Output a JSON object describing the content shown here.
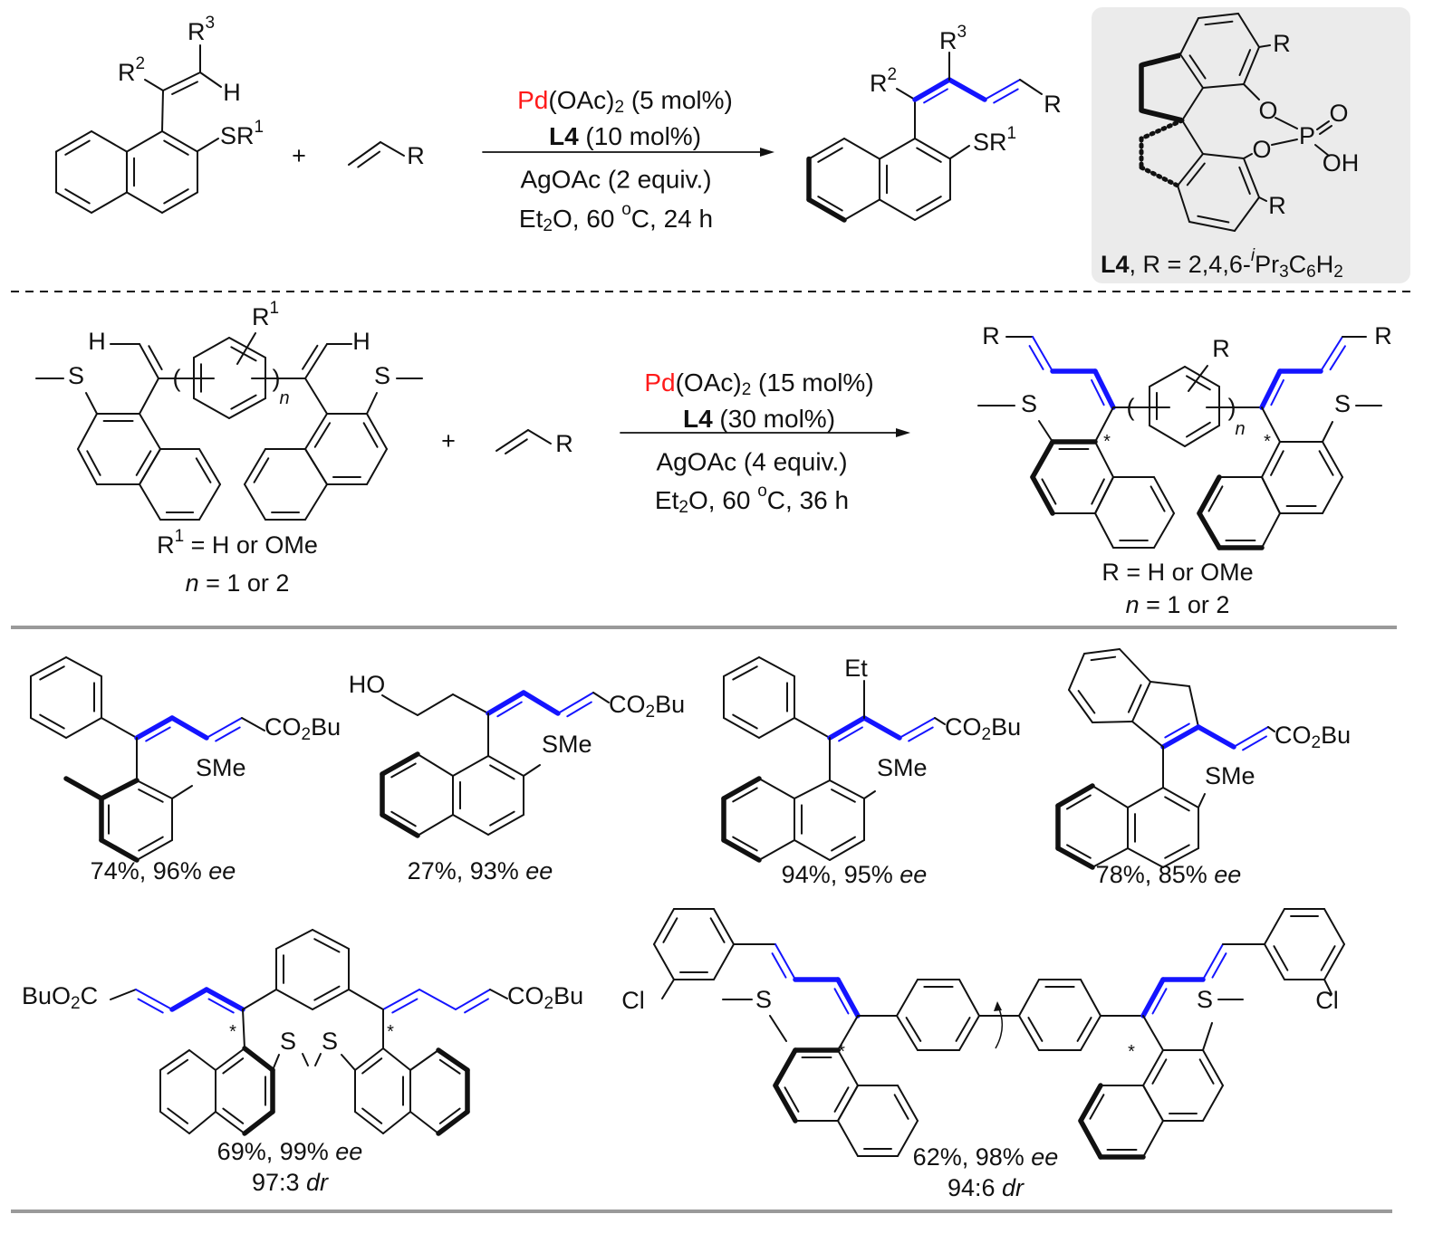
{
  "colors": {
    "bond": "#111111",
    "highlight": "#1414ff",
    "catalyst_metal": "#ff1a1a",
    "ligand_box": "#ebebeb",
    "rule": "#9a9a9a"
  },
  "scheme1": {
    "reactant": {
      "r3": [
        {
          "t": "R"
        },
        {
          "t": "3",
          "f": "sup"
        }
      ],
      "r2": [
        {
          "t": "R"
        },
        {
          "t": "2",
          "f": "sup"
        }
      ],
      "h": "H",
      "sr1": [
        {
          "t": "SR"
        },
        {
          "t": "1",
          "f": "sup"
        }
      ]
    },
    "plus": "+",
    "alkene_r": "R",
    "conditions": {
      "catalyst": [
        {
          "t": "Pd",
          "f": "red"
        },
        {
          "t": "(OAc)"
        },
        {
          "t": "2",
          "f": "sub"
        },
        {
          "t": " (5 mol%)"
        }
      ],
      "ligand": [
        {
          "t": "L4",
          "f": "b"
        },
        {
          "t": " (10 mol%)"
        }
      ],
      "oxidant": "AgOAc (2 equiv.)",
      "solvent": [
        {
          "t": "Et"
        },
        {
          "t": "2",
          "f": "sub"
        },
        {
          "t": "O, 60 "
        },
        {
          "t": "o",
          "f": "sup"
        },
        {
          "t": "C, 24 h"
        }
      ]
    },
    "product": {
      "r3": [
        {
          "t": "R"
        },
        {
          "t": "3",
          "f": "sup"
        }
      ],
      "r2": [
        {
          "t": "R"
        },
        {
          "t": "2",
          "f": "sup"
        }
      ],
      "r": "R",
      "sr1": [
        {
          "t": "SR"
        },
        {
          "t": "1",
          "f": "sup"
        }
      ]
    },
    "ligand_box": {
      "r_top": "R",
      "o1": "O",
      "p": "P",
      "o_double": "O",
      "oh": "OH",
      "o2": "O",
      "r_bottom": "R",
      "caption": [
        {
          "t": "L4",
          "f": "b"
        },
        {
          "t": ", R = 2,4,6-"
        },
        {
          "t": "i",
          "f": "isup"
        },
        {
          "t": "Pr"
        },
        {
          "t": "3",
          "f": "sub"
        },
        {
          "t": "C"
        },
        {
          "t": "6",
          "f": "sub"
        },
        {
          "t": "H"
        },
        {
          "t": "2",
          "f": "sub"
        }
      ]
    }
  },
  "scheme2": {
    "substrate": {
      "s_left": "S",
      "h_left": "H",
      "h_right": "H",
      "s_right": "S",
      "r1": [
        {
          "t": "R"
        },
        {
          "t": "1",
          "f": "sup"
        }
      ],
      "paren_open": "(",
      "paren_close": ")",
      "n": "n",
      "r1_def": [
        {
          "t": "R"
        },
        {
          "t": "1",
          "f": "sup"
        },
        {
          "t": " = H or OMe"
        }
      ],
      "n_def": [
        {
          "t": "n",
          "f": "i"
        },
        {
          "t": " = 1 or 2"
        }
      ]
    },
    "plus": "+",
    "alkene_r": "R",
    "conditions": {
      "catalyst": [
        {
          "t": "Pd",
          "f": "red"
        },
        {
          "t": "(OAc)"
        },
        {
          "t": "2",
          "f": "sub"
        },
        {
          "t": " (15 mol%)"
        }
      ],
      "ligand": [
        {
          "t": "L4",
          "f": "b"
        },
        {
          "t": " (30 mol%)"
        }
      ],
      "oxidant": "AgOAc (4 equiv.)",
      "solvent": [
        {
          "t": "Et"
        },
        {
          "t": "2",
          "f": "sub"
        },
        {
          "t": "O, 60 "
        },
        {
          "t": "o",
          "f": "sup"
        },
        {
          "t": "C, 36 h"
        }
      ]
    },
    "product": {
      "r_left": "R",
      "s_left": "S",
      "paren_open": "(",
      "paren_close": ")",
      "n": "n",
      "r_ring": "R",
      "r_right": "R",
      "s_right": "S",
      "star": "*",
      "r_def": "R = H or OMe",
      "n_def": [
        {
          "t": "n",
          "f": "i"
        },
        {
          "t": " = 1 or 2"
        }
      ]
    }
  },
  "examples": [
    {
      "ester": [
        {
          "t": "CO"
        },
        {
          "t": "2",
          "f": "sub"
        },
        {
          "t": "Bu"
        }
      ],
      "sme": "SMe",
      "result": [
        {
          "t": "74%, 96% "
        },
        {
          "t": "ee",
          "f": "i"
        }
      ]
    },
    {
      "ho": "HO",
      "ester": [
        {
          "t": "CO"
        },
        {
          "t": "2",
          "f": "sub"
        },
        {
          "t": "Bu"
        }
      ],
      "sme": "SMe",
      "result": [
        {
          "t": "27%, 93% "
        },
        {
          "t": "ee",
          "f": "i"
        }
      ]
    },
    {
      "et": "Et",
      "ester": [
        {
          "t": "CO"
        },
        {
          "t": "2",
          "f": "sub"
        },
        {
          "t": "Bu"
        }
      ],
      "sme": "SMe",
      "result": [
        {
          "t": "94%, 95% "
        },
        {
          "t": "ee",
          "f": "i"
        }
      ]
    },
    {
      "ester": [
        {
          "t": "CO"
        },
        {
          "t": "2",
          "f": "sub"
        },
        {
          "t": "Bu"
        }
      ],
      "sme": "SMe",
      "result": [
        {
          "t": "78%, 85% "
        },
        {
          "t": "ee",
          "f": "i"
        }
      ]
    },
    {
      "ester_left": [
        {
          "t": "BuO"
        },
        {
          "t": "2",
          "f": "sub"
        },
        {
          "t": "C"
        }
      ],
      "ester_right": [
        {
          "t": "CO"
        },
        {
          "t": "2",
          "f": "sub"
        },
        {
          "t": "Bu"
        }
      ],
      "s1": "S",
      "s2": "S",
      "star": "*",
      "result": [
        {
          "t": "69%, 99% "
        },
        {
          "t": "ee",
          "f": "i"
        }
      ],
      "dr": [
        {
          "t": "97:3 "
        },
        {
          "t": "dr",
          "f": "i"
        }
      ]
    },
    {
      "cl_left": "Cl",
      "cl_right": "Cl",
      "s1": "S",
      "s2": "S",
      "star": "*",
      "result": [
        {
          "t": "62%, 98% "
        },
        {
          "t": "ee",
          "f": "i"
        }
      ],
      "dr": [
        {
          "t": "94:6 "
        },
        {
          "t": "dr",
          "f": "i"
        }
      ]
    }
  ]
}
